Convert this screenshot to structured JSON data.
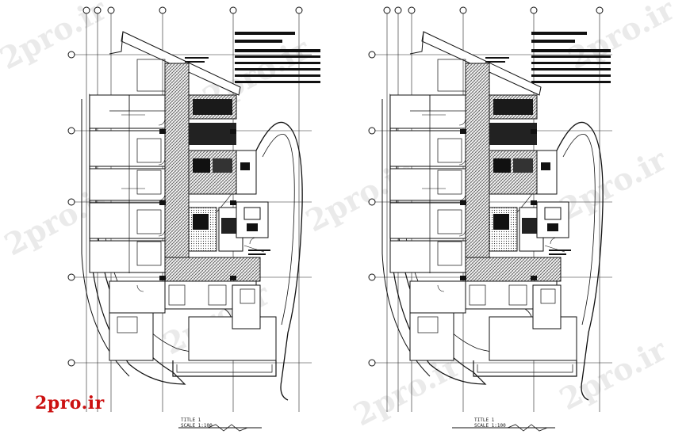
{
  "watermark_text": "2pro.ir",
  "logo": {
    "text": "2pro.ir",
    "color": "#cc1111"
  },
  "plans": [
    {
      "title": "TITLE 1",
      "scale": "SCALE 1:100"
    },
    {
      "title": "TITLE 1",
      "scale": "SCALE 1:100"
    }
  ],
  "colors": {
    "line": "#1a1a1a",
    "hatch": "#555555",
    "background": "#ffffff"
  }
}
